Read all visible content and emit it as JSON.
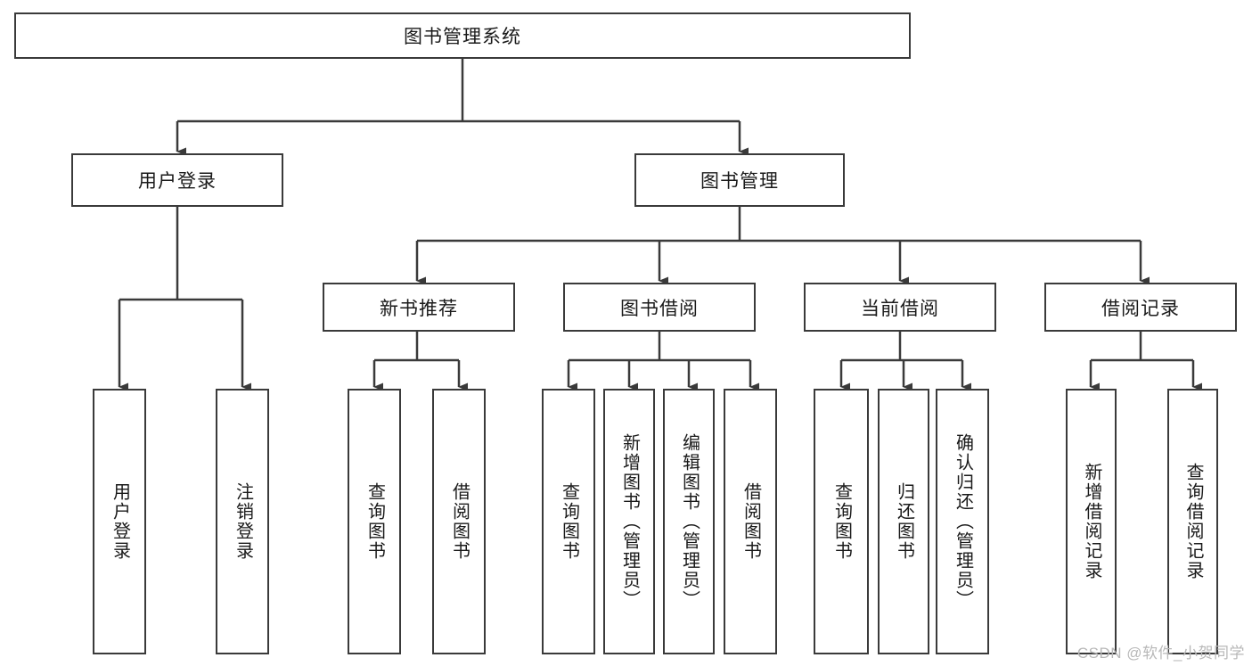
{
  "diagram": {
    "title": "图书管理系统",
    "watermark": "CSDN @软件_小贺同学",
    "colors": {
      "stroke": "#3a3a3a",
      "text": "#1a1a1a",
      "background": "#ffffff",
      "watermark": "#b8b8b8"
    },
    "root": {
      "label": "图书管理系统"
    },
    "level2": [
      {
        "label": "用户登录"
      },
      {
        "label": "图书管理"
      }
    ],
    "level3": [
      {
        "label": "新书推荐"
      },
      {
        "label": "图书借阅"
      },
      {
        "label": "当前借阅"
      },
      {
        "label": "借阅记录"
      }
    ],
    "leaves": {
      "user_login": [
        {
          "label": "用户登录"
        },
        {
          "label": "注销登录"
        }
      ],
      "new_book_recommend": [
        {
          "label": "查询图书"
        },
        {
          "label": "借阅图书"
        }
      ],
      "book_borrow": [
        {
          "label": "查询图书"
        },
        {
          "label": "新增图书（管理员）"
        },
        {
          "label": "编辑图书（管理员）"
        },
        {
          "label": "借阅图书"
        }
      ],
      "current_borrow": [
        {
          "label": "查询图书"
        },
        {
          "label": "归还图书"
        },
        {
          "label": "确认归还（管理员）"
        }
      ],
      "borrow_record": [
        {
          "label": "新增借阅记录"
        },
        {
          "label": "查询借阅记录"
        }
      ]
    }
  }
}
